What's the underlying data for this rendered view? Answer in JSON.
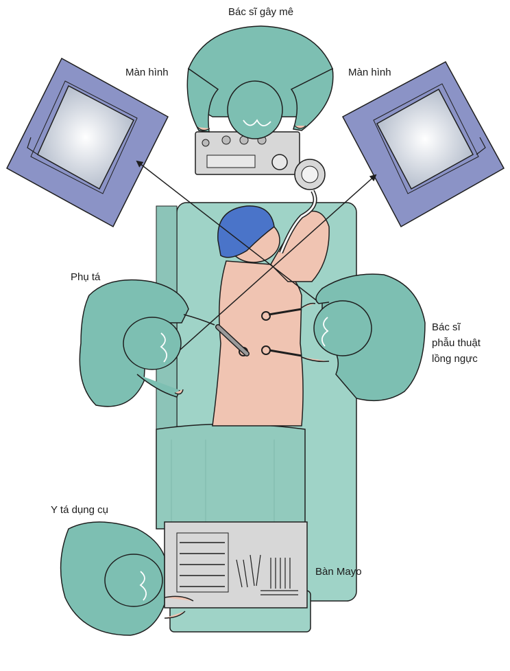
{
  "labels": {
    "anesthesiologist": "Bác sĩ gây mê",
    "monitor_left": "Màn hình",
    "monitor_right": "Màn hình",
    "assistant": "Phụ tá",
    "surgeon_line1": "Bác sĩ",
    "surgeon_line2": "phẫu thuật",
    "surgeon_line3": "lồng ngực",
    "scrub_nurse": "Y tá dụng cụ",
    "mayo_table": "Bàn Mayo"
  },
  "colors": {
    "gown": "#7dbfb2",
    "gown_dark": "#5e9e92",
    "drape": "#9fd3c7",
    "drape_dark": "#7fb8ab",
    "skin": "#f0c4b2",
    "cap_patient": "#4a74c9",
    "monitor_frame": "#8b93c6",
    "monitor_screen": "#dfe4ee",
    "machine": "#d7d7d7",
    "outline": "#1e1e1e"
  }
}
